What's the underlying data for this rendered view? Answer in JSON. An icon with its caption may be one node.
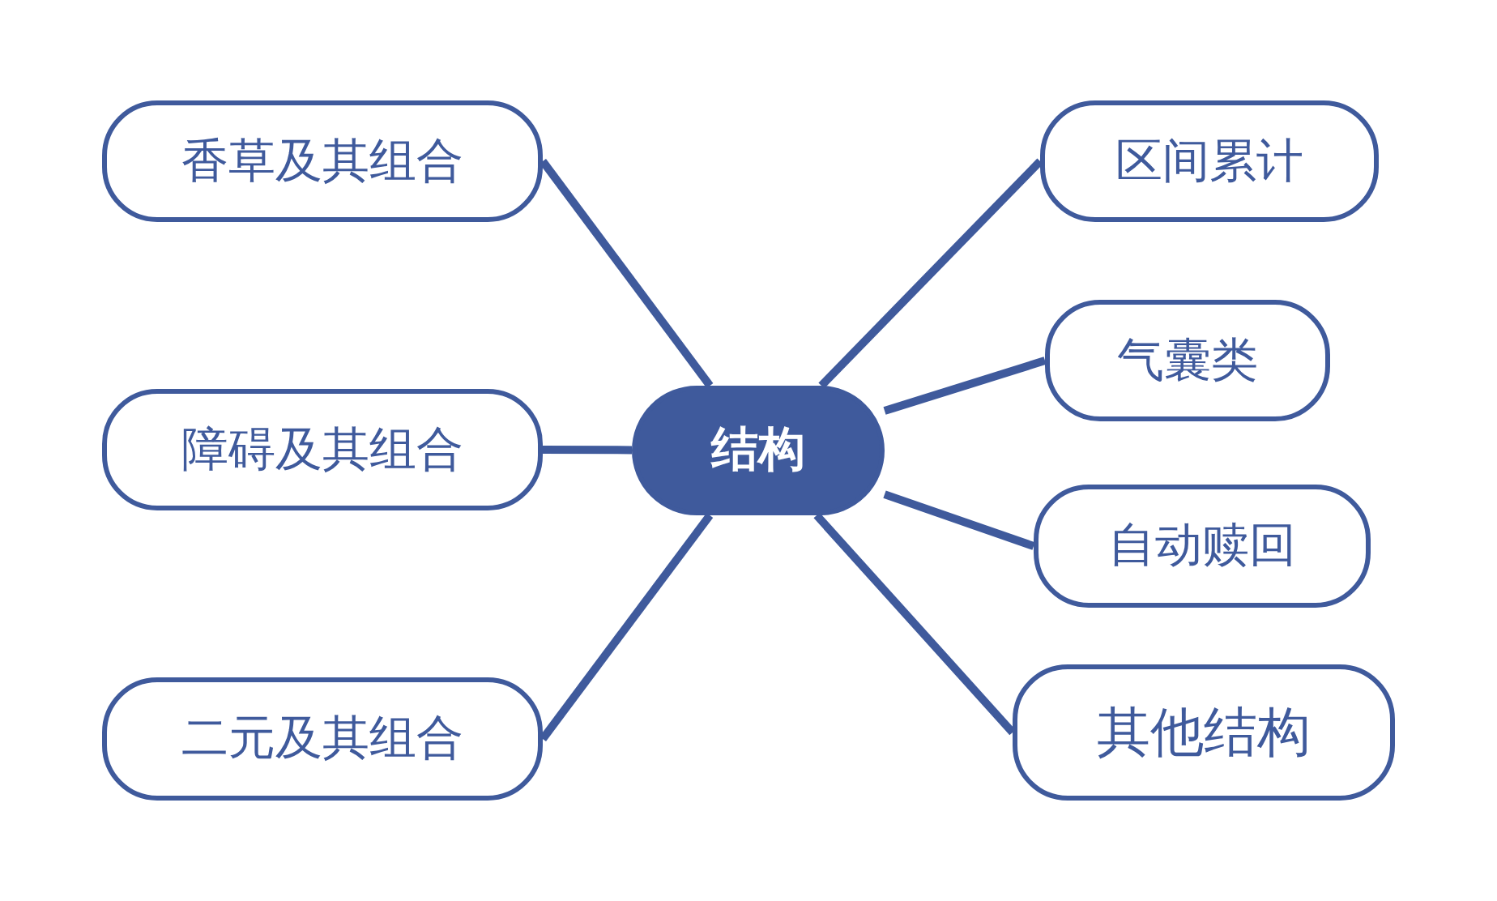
{
  "diagram": {
    "nodes": [
      {
        "text": [
          "结构"
        ]
      },
      {
        "text": [
          "香草及其组合"
        ]
      },
      {
        "text": [
          "障碍及其组合"
        ]
      },
      {
        "text": [
          "二元及其组合"
        ]
      },
      {
        "text": [
          "区间累计"
        ]
      },
      {
        "text": [
          "气囊类"
        ]
      },
      {
        "text": [
          "自动赎回"
        ]
      },
      {
        "text": [
          "其他结构"
        ]
      }
    ],
    "edges": [
      {
        "from": 0,
        "to": 1,
        "arrow": "none"
      },
      {
        "from": 0,
        "to": 2,
        "arrow": "none"
      },
      {
        "from": 0,
        "to": 3,
        "arrow": "none"
      },
      {
        "from": 0,
        "to": 4,
        "arrow": "none"
      },
      {
        "from": 0,
        "to": 5,
        "arrow": "none"
      },
      {
        "from": 0,
        "to": 6,
        "arrow": "none"
      },
      {
        "from": 0,
        "to": 7,
        "arrow": "none"
      }
    ]
  }
}
